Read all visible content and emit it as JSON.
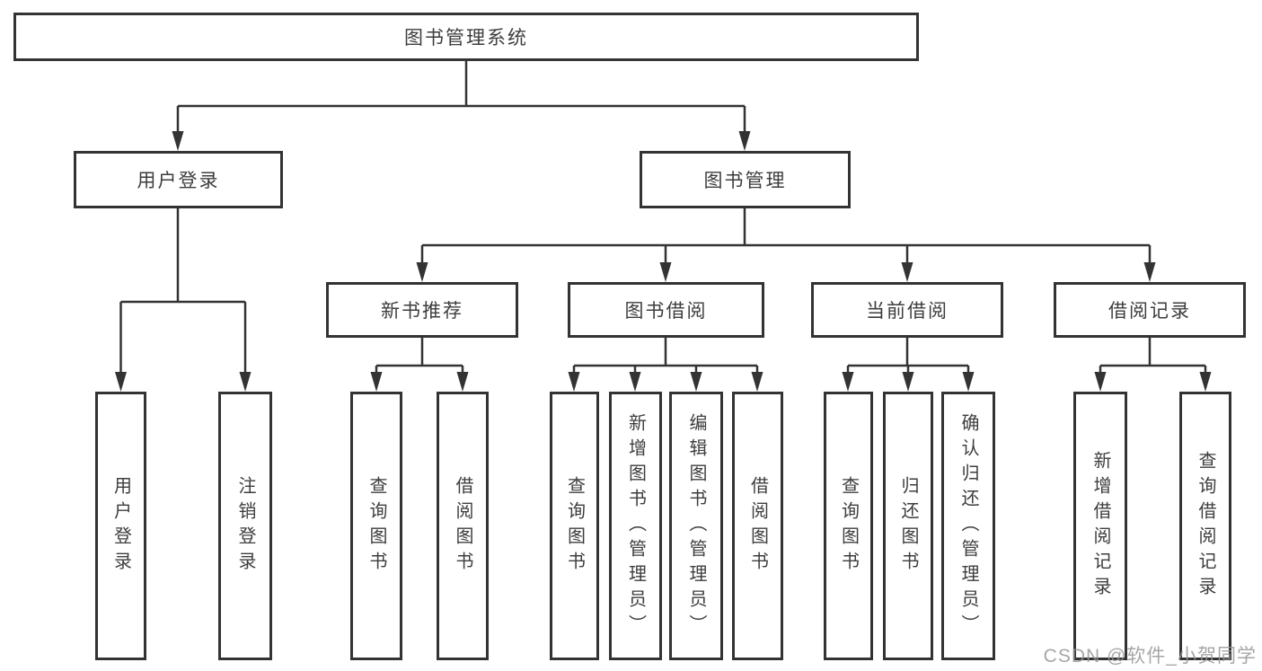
{
  "diagram": {
    "root": {
      "label": "图书管理系统"
    },
    "branches": [
      {
        "label": "用户登录",
        "children": [
          {
            "label": "用户登录"
          },
          {
            "label": "注销登录"
          }
        ]
      },
      {
        "label": "图书管理",
        "children": [
          {
            "label": "新书推荐",
            "children": [
              {
                "label": "查询图书"
              },
              {
                "label": "借阅图书"
              }
            ]
          },
          {
            "label": "图书借阅",
            "children": [
              {
                "label": "查询图书"
              },
              {
                "label": "新增图书（管理员）"
              },
              {
                "label": "编辑图书（管理员）"
              },
              {
                "label": "借阅图书"
              }
            ]
          },
          {
            "label": "当前借阅",
            "children": [
              {
                "label": "查询图书"
              },
              {
                "label": "归还图书"
              },
              {
                "label": "确认归还（管理员）"
              }
            ]
          },
          {
            "label": "借阅记录",
            "children": [
              {
                "label": "新增借阅记录"
              },
              {
                "label": "查询借阅记录"
              }
            ]
          }
        ]
      }
    ]
  },
  "watermark": {
    "text": "CSDN @软件_小贺同学"
  },
  "colors": {
    "line": "#333333",
    "box_border": "#333333",
    "text": "#3d3d3d",
    "background": "#ffffff",
    "watermark": "#969696"
  }
}
